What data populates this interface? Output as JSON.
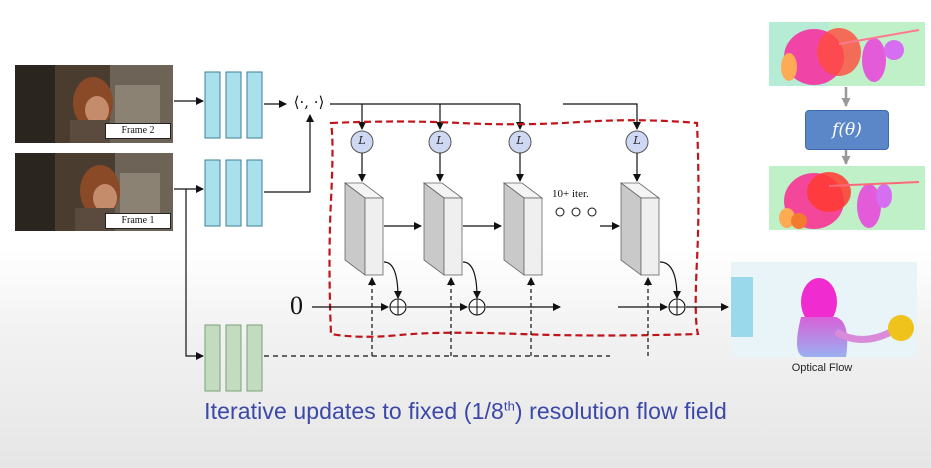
{
  "frames": {
    "frame2_label": "Frame 2",
    "frame1_label": "Frame 1"
  },
  "diagram": {
    "correlation_symbol": "⟨·, ·⟩",
    "lookup_symbol": "L",
    "zero_label": "0",
    "iter_label": "10+ iter.",
    "function_label": "f(θ)"
  },
  "output": {
    "optical_flow_label": "Optical Flow"
  },
  "caption": {
    "prefix": "Iterative updates to fixed (1/8",
    "superscript": "th",
    "suffix": ") resolution flow field"
  },
  "colors": {
    "encoder_fill": "#a9e0ec",
    "context_fill": "#c3dcc0",
    "update_block_fill": "#e3e3e3",
    "lookup_fill": "#cfd8f3",
    "dashed_box": "#c0141b",
    "function_box": "#5b87c9",
    "caption_text": "#3b48a8"
  }
}
